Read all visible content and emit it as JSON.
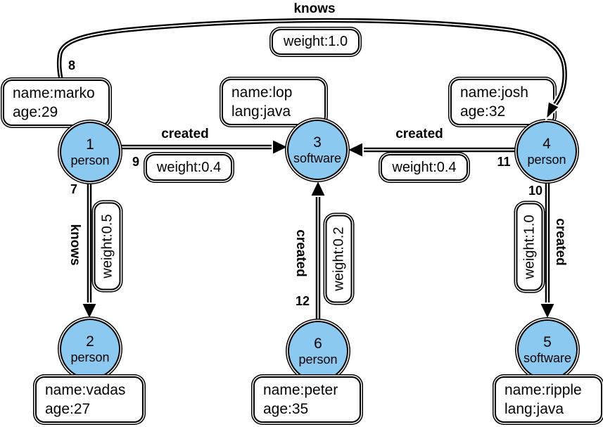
{
  "diagram": {
    "colors": {
      "node_fill": "#8CC9F0",
      "edge": "#000000",
      "box_fill": "#FFFFFF"
    },
    "nodes": [
      {
        "id": "1",
        "type": "person",
        "prop1": "name:marko",
        "prop2": "age:29"
      },
      {
        "id": "2",
        "type": "person",
        "prop1": "name:vadas",
        "prop2": "age:27"
      },
      {
        "id": "3",
        "type": "software",
        "prop1": "name:lop",
        "prop2": "lang:java"
      },
      {
        "id": "4",
        "type": "person",
        "prop1": "name:josh",
        "prop2": "age:32"
      },
      {
        "id": "5",
        "type": "software",
        "prop1": "name:ripple",
        "prop2": "lang:java"
      },
      {
        "id": "6",
        "type": "person",
        "prop1": "name:peter",
        "prop2": "age:35"
      }
    ],
    "edges": [
      {
        "id": "8",
        "label": "knows",
        "weight": "weight:1.0",
        "from": "1",
        "to": "4"
      },
      {
        "id": "9",
        "label": "created",
        "weight": "weight:0.4",
        "from": "1",
        "to": "3"
      },
      {
        "id": "7",
        "label": "knows",
        "weight": "weight:0.5",
        "from": "1",
        "to": "2"
      },
      {
        "id": "11",
        "label": "created",
        "weight": "weight:0.4",
        "from": "4",
        "to": "3"
      },
      {
        "id": "12",
        "label": "created",
        "weight": "weight:0.2",
        "from": "6",
        "to": "3"
      },
      {
        "id": "10",
        "label": "created",
        "weight": "weight:1.0",
        "from": "4",
        "to": "5"
      }
    ]
  }
}
